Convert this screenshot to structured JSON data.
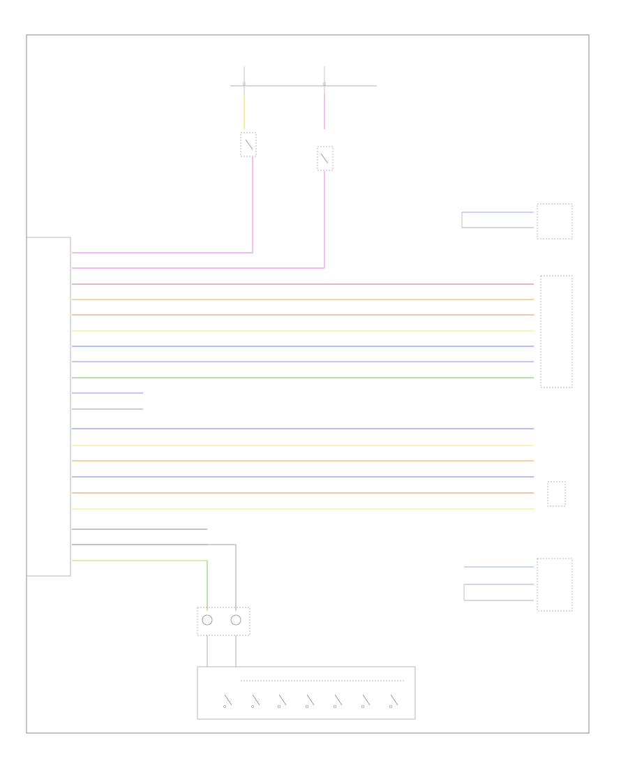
{
  "diagram": {
    "title": "",
    "footer_left": "",
    "footer_center": ""
  },
  "colors": {
    "pink": "#f0a0f0",
    "purple": "#cfa4b4",
    "orange": "#f2c28a",
    "tan": "#f0b48a",
    "yellow": "#f6f0a0",
    "blue": "#9aa8f0",
    "lightblue": "#a8b8f4",
    "green": "#9ed88a",
    "gray": "#b0b0b0",
    "yellowgreen": "#c8e890"
  },
  "wires": [
    {
      "color": "pink"
    },
    {
      "color": "pink"
    },
    {
      "color": "purple"
    },
    {
      "color": "orange"
    },
    {
      "color": "tan"
    },
    {
      "color": "yellow"
    },
    {
      "color": "blue"
    },
    {
      "color": "lightblue"
    },
    {
      "color": "green"
    },
    {
      "color": "blue"
    },
    {
      "color": "yellow"
    },
    {
      "color": "orange"
    },
    {
      "color": "blue"
    },
    {
      "color": "tan"
    },
    {
      "color": "yellow"
    },
    {
      "color": "gray"
    },
    {
      "color": "gray"
    },
    {
      "color": "yellowgreen"
    }
  ]
}
